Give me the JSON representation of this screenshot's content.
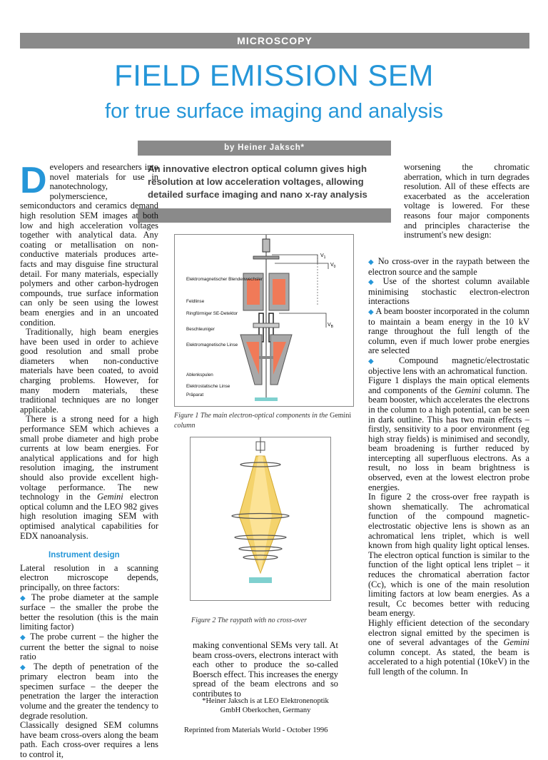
{
  "header": {
    "section": "MICROSCOPY",
    "title": "FIELD EMISSION SEM",
    "subtitle": "for true surface imaging and analysis",
    "byline": "by Heiner Jaksch*",
    "standfirst": "An innovative electron optical column gives high resolution at low acceleration voltages, allowing detailed surface imaging and nano x-ray analysis"
  },
  "col1": {
    "dropcap": "D",
    "p1": "evelopers and researchers into novel materials for use in nanotechnology, polymerscience, semiconductors and ceramics demand high resolution SEM images at both low and high acceleration voltages together with analytical data. Any coating or metallisation on non-conductive materials produces arte-facts and may disguise fine structural detail. For many materials, especially polymers and other carbon-hydrogen compounds, true surface information can only be seen using the lowest beam energies and in an uncoated condition.",
    "p2": "Traditionally, high beam energies have been used in order to achieve good resolution and small probe diameters when non-conductive materials have been coated, to avoid charging problems. However, for many modern materials, these traditional techniques are no longer applicable.",
    "p3_a": "There is a strong need for a high performance SEM which achieves a small probe diameter and high probe currents at low beam energies. For analytical applications and for high resolution imaging, the instrument should also provide excellent high-voltage performance. The new technology in the ",
    "p3_gemini": "Gemini",
    "p3_b": " electron optical column and the LEO 982 gives high resolution imaging SEM with optimised analytical capabilities for EDX nanoanalysis.",
    "heading": "Instrument design",
    "p4": "Lateral resolution in a scanning electron microscope depends, principally, on three factors:",
    "b1": "The probe diameter at the sample surface – the smaller the probe the better the resolution (this is the main limiting factor)",
    "b2": "The probe current – the higher the current the better the signal to noise ratio",
    "b3": "The depth of penetration of the primary electron beam into the specimen surface – the deeper the penetration the larger the interaction volume and the greater the tendency to degrade resolution.",
    "p5": "Classically designed SEM columns have beam cross-overs along the beam path. Each cross-over requires a lens to control it,"
  },
  "col2": {
    "fig1_labels": [
      "Elektromagnetischer Blendenwechsler",
      "Feldlinse",
      "Ringförmiger SE-Detektor",
      "Beschleuniger",
      "Elektromagnetische Linse",
      "Ablenkspulen",
      "Elektrostatische Linse",
      "Präparat"
    ],
    "fig1_voltages": [
      "V",
      "V",
      "V"
    ],
    "fig1_voltage_subs": [
      "1",
      "0",
      "B"
    ],
    "fig1_caption_a": "Figure 1 The main electron-optical components in the ",
    "fig1_caption_gemini": "Gemini",
    "fig1_caption_b": " column",
    "fig2_caption": "Figure 2 The raypath with no cross-over",
    "p1": "making conventional SEMs very tall. At beam cross-overs, electrons interact with each other to produce the so-called Boersch effect. This increases the energy spread of the beam electrons and so contributes to",
    "footnote": "*Heiner Jaksch is at LEO Elektronenoptik GmbH Oberkochen, Germany",
    "reprint": "Reprinted from Materials World - October 1996"
  },
  "col3": {
    "p1": "worsening the chromatic aberration, which in turn degrades resolution. All of these effects are exacerbated as the acceleration voltage is lowered. For these reasons four major components and principles characterise the instrument's new design:",
    "b1": "No cross-over in the raypath between the electron source and the sample",
    "b2": "Use of the shortest column available minimising stochastic electron-electron interactions",
    "b3": "A beam booster incorporated in the column to maintain a beam energy in the 10 kV range throughout the full length of the column, even if much lower probe energies are selected",
    "b4": "Compound magnetic/electrostatic objective lens with an achromatical function.",
    "p2_a": "Figure 1 displays the main optical elements and components of the ",
    "p2_gemini": "Gemini",
    "p2_b": " column. The beam booster, which accelerates the electrons in the column to a high potential, can be seen in dark outline. This has two main effects – firstly, sensitivity to a poor environment (eg high stray fields) is minimised and secondly, beam broadening is further reduced by intercepting all superfluous electrons. As a result, no loss in beam brightness is observed, even at the lowest electron probe energies.",
    "p3": "In figure 2 the cross-over free raypath is shown shematically. The achromatical function of the compound magnetic-electrostatic objective lens is shown as an achromatical lens triplet, which is well known from high quality light optical lenses. The electron optical function is similar to the function of the light optical lens triplet – it reduces the chromatical aberration factor (Cc), which is one of the main resolution limiting factors at low beam energies. As a result, Cc becomes better with reducing beam energy.",
    "p4_a": "Highly efficient detection of the secondary electron signal emitted by the specimen is one of several advantages of the ",
    "p4_gemini": "Gemini",
    "p4_b": " column concept. As stated, the beam is accelerated to a high potential (10keV) in the full length of the column. In"
  },
  "colors": {
    "accent": "#2596d8",
    "gray": "#8a8a8a",
    "salmon": "#f07a58",
    "lens": "#a8a8a8",
    "beam": "#f4d36c"
  }
}
